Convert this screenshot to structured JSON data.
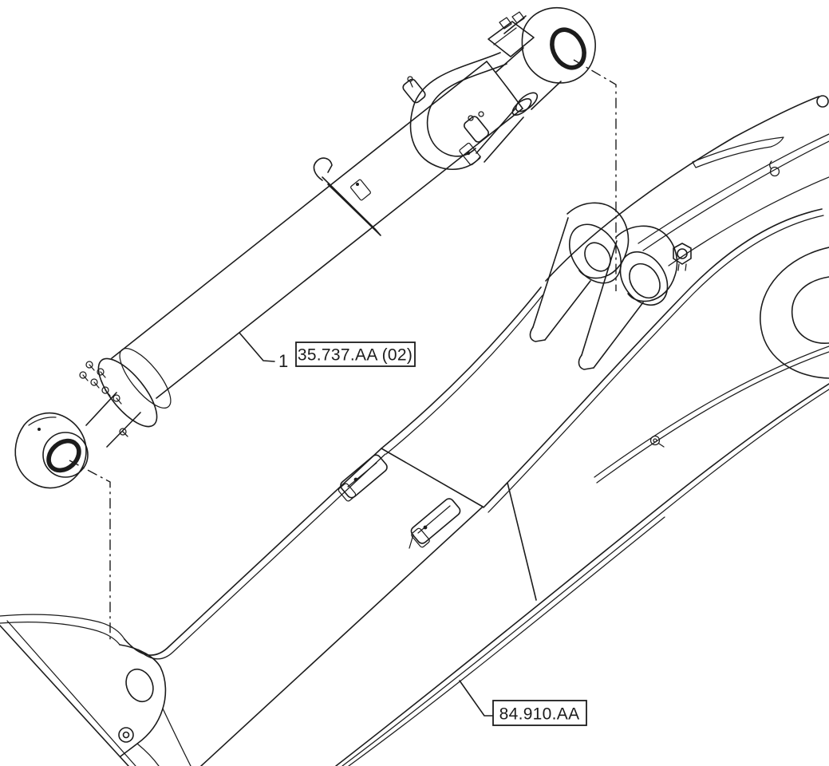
{
  "page": {
    "background_color": "#ffffff",
    "line_color": "#1c1c1c",
    "drawing_type": "exploded parts line drawing"
  },
  "callouts": {
    "cylinder": {
      "item_number": "1",
      "ref_code": "35.737.AA (02)"
    },
    "boom": {
      "ref_code": "84.910.AA"
    }
  }
}
